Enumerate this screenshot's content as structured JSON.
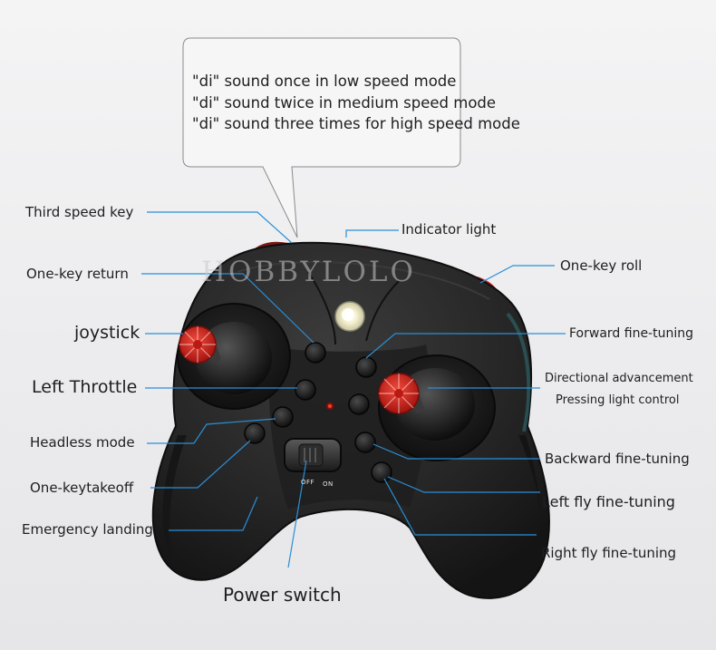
{
  "bubble": {
    "lines": [
      "\"di\" sound once in low speed mode",
      "\"di\" sound twice in medium speed mode",
      "\"di\" sound three times for high speed mode"
    ]
  },
  "watermark": "HOBBYLOLO",
  "switch_marks": {
    "off": "OFF",
    "on": "ON"
  },
  "labels": {
    "third_speed_key": "Third speed key",
    "indicator_light": "Indicator light",
    "one_key_return": "One-key return",
    "one_key_roll": "One-key roll",
    "joystick": "joystick",
    "forward_fine_tuning": "Forward fine-tuning",
    "left_throttle": "Left Throttle",
    "directional_advancement": "Directional advancement",
    "pressing_light_control": "Pressing light control",
    "headless_mode": "Headless mode",
    "backward_fine_tuning": "Backward fine-tuning",
    "one_key_takeoff": "One-keytakeoff",
    "left_fly_fine_tuning": "Left fly fine-tuning",
    "emergency_landing": "Emergency landing",
    "right_fly_fine_tuning": "Right fly fine-tuning",
    "power_switch": "Power switch"
  },
  "colors": {
    "leader_line": "#2a8fd6",
    "body": "#262626",
    "accent_red": "#d42a22",
    "bubble_border": "#8a8a8a"
  }
}
